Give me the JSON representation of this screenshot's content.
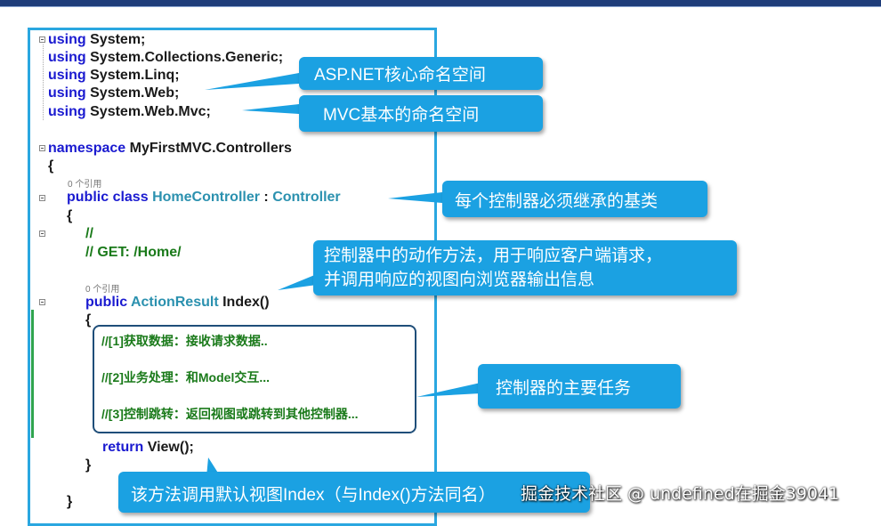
{
  "code": {
    "using_kw": "using",
    "usings": [
      "System;",
      "System.Collections.Generic;",
      "System.Linq;",
      "System.Web;",
      "System.Web.Mvc;"
    ],
    "namespace_kw": "namespace",
    "namespace_name": "MyFirstMVC.Controllers",
    "open_brace": "{",
    "close_brace": "}",
    "ref_count": "0 个引用",
    "public_kw": "public",
    "class_kw": "class",
    "class_name": "HomeController",
    "colon": " : ",
    "base_class": "Controller",
    "comment1": "//",
    "comment2": "// GET: /Home/",
    "return_type": "ActionResult",
    "method_sig": "Index()",
    "task1": "//[1]获取数据：接收请求数据..",
    "task2": "//[2]业务处理：和Model交互...",
    "task3": "//[3]控制跳转：返回视图或跳转到其他控制器...",
    "return_kw": "return",
    "return_stmt": "View();"
  },
  "callouts": {
    "aspnet": "ASP.NET核心命名空间",
    "mvc": "MVC基本的命名空间",
    "base": "每个控制器必须继承的基类",
    "action_line1": "控制器中的动作方法，用于响应客户端请求，",
    "action_line2": "并调用响应的视图向浏览器输出信息",
    "task": "控制器的主要任务",
    "view": "该方法调用默认视图Index（与Index()方法同名）"
  },
  "watermark": "掘金技术社区 @ undefined在掘金39041",
  "colors": {
    "keyword": "#1a1ad0",
    "type": "#2b91af",
    "comment": "#1a7a1a",
    "callout": "#1ba1e2",
    "panel_border": "#2aa7e0"
  }
}
